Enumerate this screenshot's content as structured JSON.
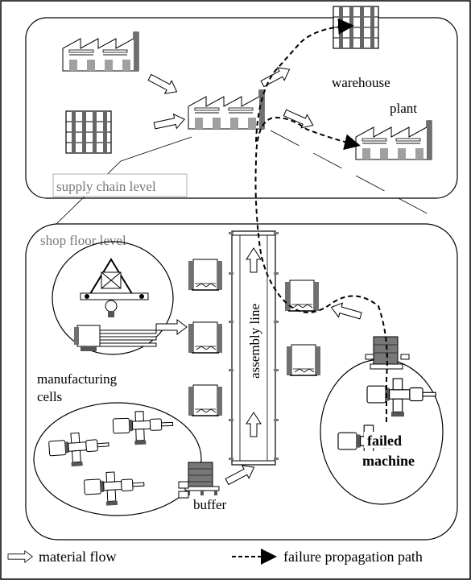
{
  "supply_chain": {
    "level_label": "supply chain level",
    "warehouse_label": "warehouse",
    "plant_label": "plant"
  },
  "shop_floor": {
    "level_label": "shop floor level",
    "assembly_line_label": "assembly line",
    "manufacturing_cells_label_line1": "manufacturing",
    "manufacturing_cells_label_line2": "cells",
    "buffer_label": "buffer",
    "failed_machine_label_line1": "failed",
    "failed_machine_label_line2": "machine"
  },
  "legend": {
    "material_flow_label": "material flow",
    "failure_path_label": "failure propagation path"
  },
  "colors": {
    "factory_gray": "#a0a0a0",
    "machine_dark": "#707070",
    "outline": "#000000"
  }
}
